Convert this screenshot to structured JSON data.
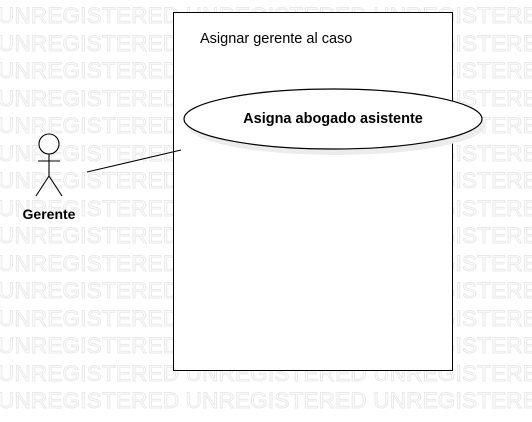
{
  "diagram": {
    "watermark_text": "UNREGISTERED",
    "system": {
      "title": "Asignar gerente al caso"
    },
    "use_case": {
      "label": "Asigna abogado asistente"
    },
    "actor": {
      "name": "Gerente"
    }
  }
}
